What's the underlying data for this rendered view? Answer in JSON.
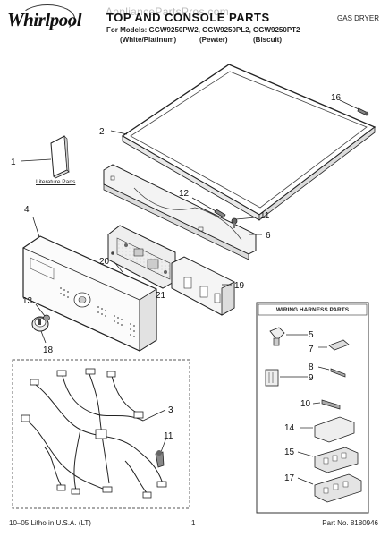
{
  "header": {
    "brand": "Whirlpool",
    "watermark": "AppliancePartsPros.com",
    "title": "TOP AND CONSOLE PARTS",
    "product_type": "GAS DRYER",
    "models_line": "For Models: GGW9250PW2, GGW9250PL2, GGW9250PT2",
    "color_white": "(White/Platinum)",
    "color_pewter": "(Pewter)",
    "color_biscuit": "(Biscuit)"
  },
  "diagram": {
    "literature_label": "Literature Parts",
    "harness_box_title": "WIRING HARNESS PARTS",
    "callouts": [
      "1",
      "2",
      "3",
      "4",
      "5",
      "6",
      "7",
      "8",
      "9",
      "10",
      "11",
      "11",
      "12",
      "13",
      "14",
      "15",
      "16",
      "17",
      "18",
      "19",
      "20",
      "21"
    ]
  },
  "footer": {
    "print_info": "10–05 Litho in U.S.A. (LT)",
    "page_number": "1",
    "part_number": "Part No. 8180946"
  }
}
